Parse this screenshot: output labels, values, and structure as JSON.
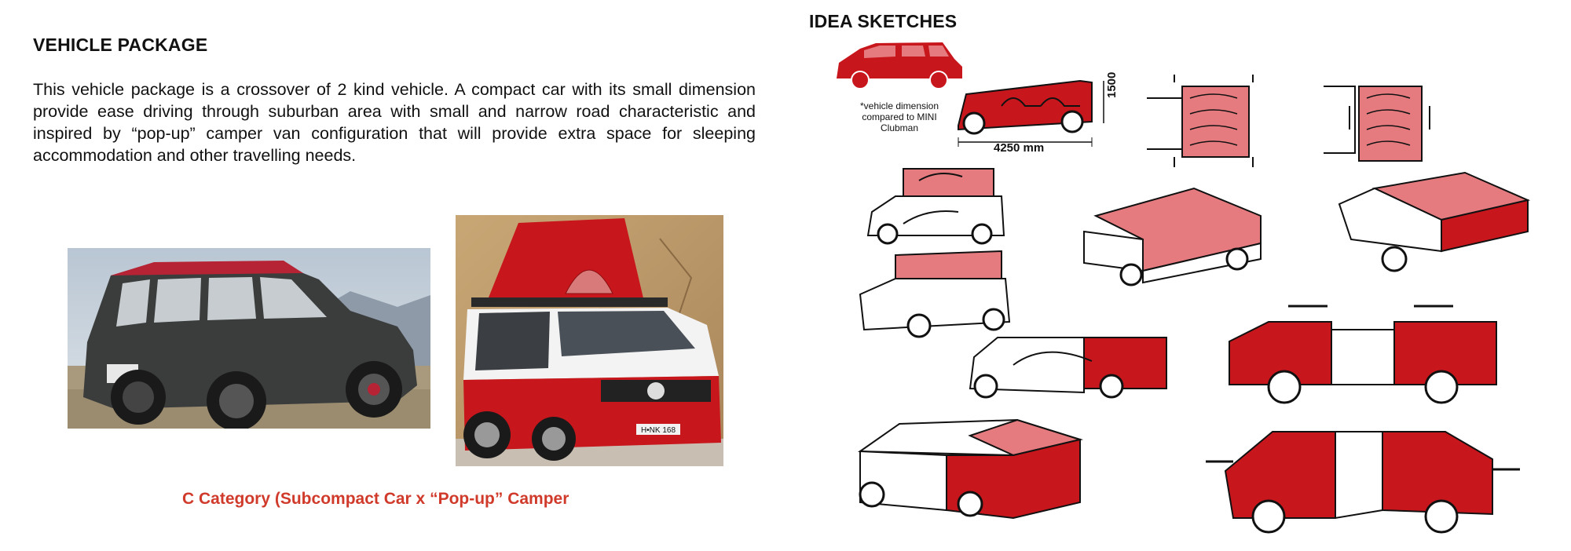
{
  "left_panel": {
    "title": "VEHICLE PACKAGE",
    "description": "This vehicle package is a crossover of 2 kind vehicle. A compact car with its small dimension provide ease driving through suburban area with small and narrow road characteristic and inspired by “pop-up” camper van configuration that will provide extra space for sleeping accommodation and other travelling needs.",
    "caption": "C Category (Subcompact Car x  “Pop-up” Camper",
    "plate_text": "H•NK 168"
  },
  "right_panel": {
    "title": "IDEA SKETCHES",
    "dimension_note": "*vehicle dimension compared to MINI Clubman",
    "length_label": "4250 mm",
    "height_label": "1500"
  },
  "colors": {
    "accent_red": "#d03a2a",
    "sketch_red": "#c8161d",
    "sketch_pink": "#e57b7f"
  }
}
